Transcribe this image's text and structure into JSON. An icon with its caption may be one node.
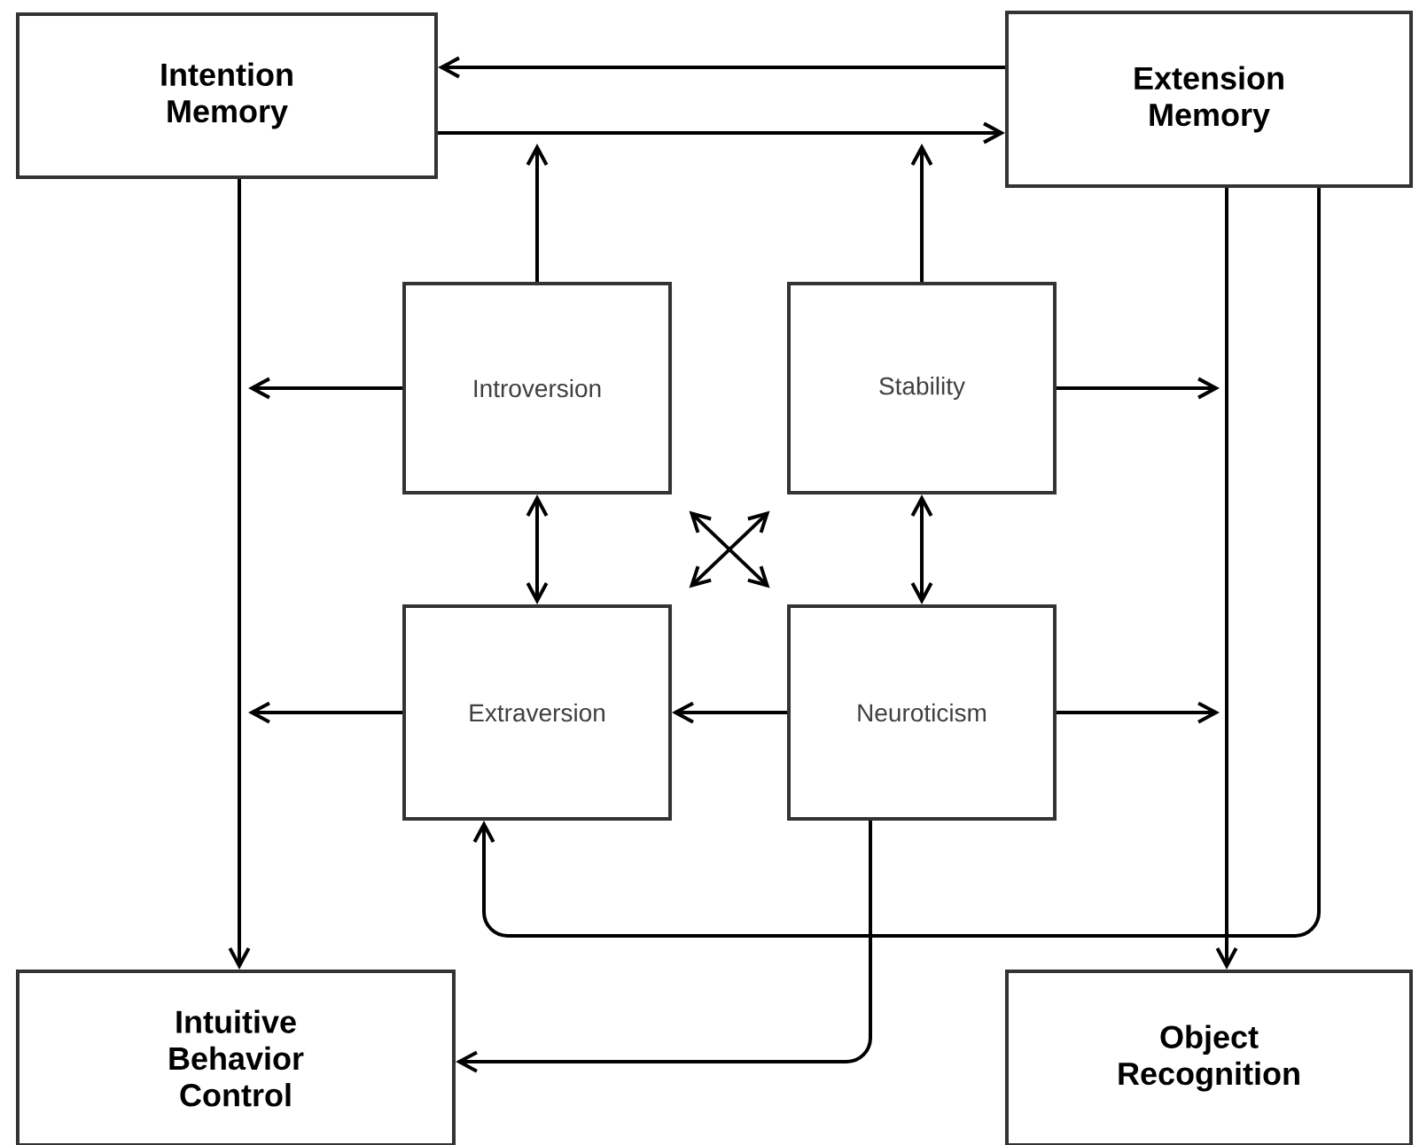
{
  "diagram": {
    "nodes": [
      {
        "text": [
          "Intention Memory"
        ]
      },
      {
        "text": [
          "Extension Memory"
        ]
      },
      {
        "text": [
          "Introversion"
        ]
      },
      {
        "text": [
          "Stability"
        ]
      },
      {
        "text": [
          "Extraversion"
        ]
      },
      {
        "text": [
          "Neuroticism"
        ]
      },
      {
        "text": [
          "Intuitive Behavior Control"
        ]
      },
      {
        "text": [
          "Object Recognition"
        ]
      }
    ],
    "edges": [
      {
        "from": 1,
        "to": 0,
        "arrow": "to"
      },
      {
        "from": 0,
        "to": 1,
        "arrow": "to"
      },
      {
        "from": 2,
        "to": null,
        "arrow": "to"
      },
      {
        "from": 3,
        "to": null,
        "arrow": "to"
      },
      {
        "from": 2,
        "to": null,
        "arrow": "to"
      },
      {
        "from": 3,
        "to": null,
        "arrow": "to"
      },
      {
        "from": 2,
        "to": 4,
        "arrow": "both"
      },
      {
        "from": 3,
        "to": 5,
        "arrow": "both"
      },
      {
        "from": 2,
        "to": 5,
        "arrow": "both"
      },
      {
        "from": 3,
        "to": 4,
        "arrow": "both"
      },
      {
        "from": 4,
        "to": null,
        "arrow": "to"
      },
      {
        "from": 5,
        "to": 4,
        "arrow": "to"
      },
      {
        "from": 5,
        "to": null,
        "arrow": "to"
      },
      {
        "from": 0,
        "to": 6,
        "arrow": "to"
      },
      {
        "from": 1,
        "to": 7,
        "arrow": "to"
      },
      {
        "from": 1,
        "to": 4,
        "arrow": "to"
      },
      {
        "from": 5,
        "to": 6,
        "arrow": "to"
      }
    ]
  }
}
